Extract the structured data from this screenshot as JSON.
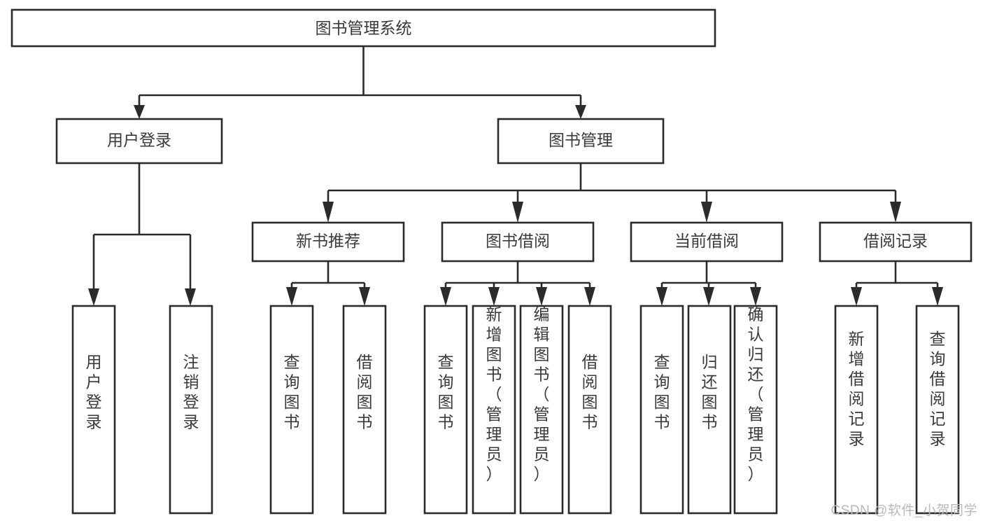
{
  "diagram": {
    "title": "图书管理系统",
    "type": "tree",
    "watermark": "CSDN @软件_小贺同学",
    "colors": {
      "stroke": "#2b2b2b",
      "box_fill": "#ffffff",
      "text": "#3a3a3a",
      "background": "#ffffff",
      "watermark": "#b9b9b9"
    },
    "root": {
      "label": "图书管理系统",
      "level": 0
    },
    "level1": [
      {
        "label": "用户登录"
      },
      {
        "label": "图书管理"
      }
    ],
    "level2": [
      {
        "label": "新书推荐"
      },
      {
        "label": "图书借阅"
      },
      {
        "label": "当前借阅"
      },
      {
        "label": "借阅记录"
      }
    ],
    "leaves": {
      "user_login": [
        {
          "label": "用户登录"
        },
        {
          "label": "注销登录"
        }
      ],
      "new_book_recommend": [
        {
          "label": "查询图书"
        },
        {
          "label": "借阅图书"
        }
      ],
      "book_borrow": [
        {
          "label": "查询图书"
        },
        {
          "label": "新增图书（管理员）"
        },
        {
          "label": "编辑图书（管理员）"
        },
        {
          "label": "借阅图书"
        }
      ],
      "current_borrow": [
        {
          "label": "查询图书"
        },
        {
          "label": "归还图书"
        },
        {
          "label": "确认归还（管理员）"
        }
      ],
      "borrow_record": [
        {
          "label": "新增借阅记录"
        },
        {
          "label": "查询借阅记录"
        }
      ]
    }
  }
}
